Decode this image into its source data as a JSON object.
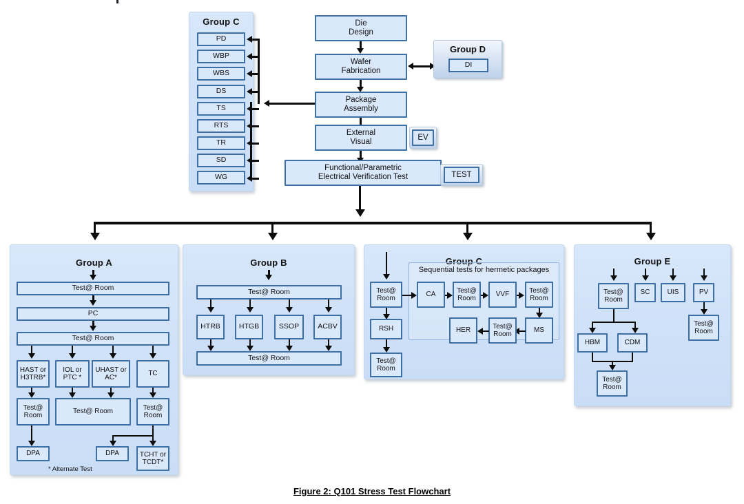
{
  "caption": "Figure 2:  Q101 Stress Test Flowchart",
  "top_flow": {
    "nodes": [
      {
        "id": "die-design",
        "label": "Die\nDesign"
      },
      {
        "id": "wafer-fabrication",
        "label": "Wafer\nFabrication"
      },
      {
        "id": "package-assembly",
        "label": "Package\nAssembly"
      },
      {
        "id": "external-visual",
        "label": "External\nVisual"
      },
      {
        "id": "functional-test",
        "label": "Functional/Parametric\nElectrical Verification Test"
      }
    ],
    "callouts": [
      {
        "id": "ev",
        "label": "EV"
      },
      {
        "id": "test",
        "label": "TEST"
      }
    ]
  },
  "group_c_top": {
    "title": "Group C",
    "items": [
      "PD",
      "WBP",
      "WBS",
      "DS",
      "TS",
      "RTS",
      "TR",
      "SD",
      "WG"
    ]
  },
  "group_d": {
    "title": "Group D",
    "items": [
      "DI"
    ]
  },
  "group_a": {
    "title": "Group A",
    "test_room_1": "Test@ Room",
    "pc": "PC",
    "test_room_2": "Test@ Room",
    "stresses": [
      "HAST or\nH3TRB*",
      "IOL or\nPTC *",
      "UHAST or\nAC*",
      "TC"
    ],
    "test_room_left": "Test@\nRoom",
    "test_room_mid": "Test@ Room",
    "test_room_right": "Test@\nRoom",
    "dpa_left": "DPA",
    "dpa_mid": "DPA",
    "tcht": "TCHT or\nTCDT*",
    "footnote": "* Alternate Test"
  },
  "group_b": {
    "title": "Group B",
    "test_room_top": "Test@ Room",
    "stresses": [
      "HTRB",
      "HTGB",
      "SSOP",
      "ACBV"
    ],
    "test_room_bottom": "Test@ Room"
  },
  "group_c_bottom": {
    "title": "Group C",
    "sub_title": "Sequential tests for hermetic packages",
    "test_room_entry": "Test@\nRoom",
    "rsh": "RSH",
    "test_room_exit": "Test@\nRoom",
    "seq_row1": [
      "CA",
      "Test@\nRoom",
      "VVF",
      "Test@\nRoom"
    ],
    "seq_row2": [
      "HER",
      "Test@\nRoom",
      "MS"
    ]
  },
  "group_e": {
    "title": "Group E",
    "test_room_top": "Test@\nRoom",
    "sc": "SC",
    "uis": "UIS",
    "pv": "PV",
    "hbm": "HBM",
    "cdm": "CDM",
    "test_room_bottom": "Test@\nRoom",
    "test_room_pv": "Test@\nRoom"
  },
  "colors": {
    "panel_fill": "#d2e2f8",
    "box_border": "#3d6fa5",
    "box_fill": "#d9e8fb",
    "line": "#0c0c0c",
    "text": "#101010"
  }
}
